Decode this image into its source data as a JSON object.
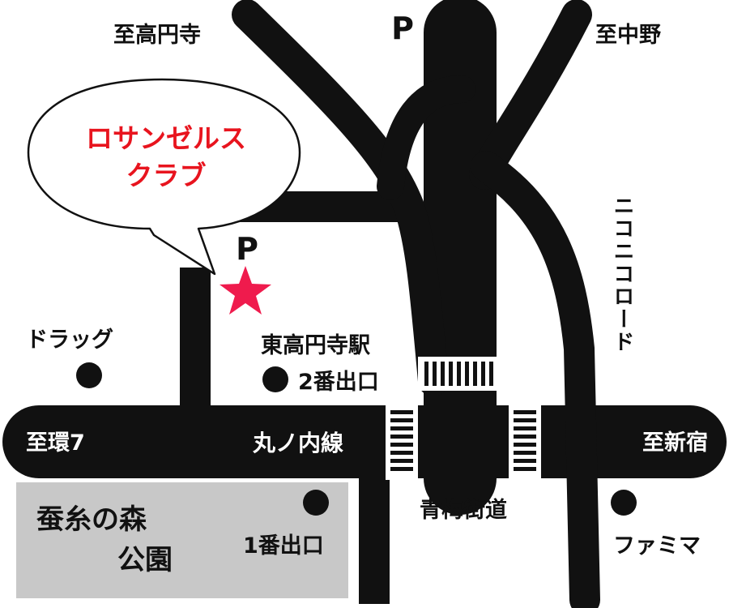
{
  "colors": {
    "road": "#111111",
    "background": "#ffffff",
    "park": "#c8c8c8",
    "store_label": "#e8141e",
    "star": "#ef1b4d"
  },
  "destinations": {
    "koenji": "至高円寺",
    "nakano": "至中野",
    "kan7": "至環7",
    "shinjuku": "至新宿"
  },
  "roads": {
    "marunouchi_line": "丸ノ内線",
    "ome_kaido": "青梅街道",
    "nikoniko_road": "ニコニコロード"
  },
  "store": {
    "name_line1": "ロサンゼルス",
    "name_line2": "クラブ",
    "marker_icon": "star-icon"
  },
  "station": {
    "name": "東高円寺駅",
    "exit2": "2番出口",
    "exit1": "1番出口"
  },
  "parking": {
    "symbol": "P"
  },
  "landmarks": {
    "drugstore": "ドラッグ",
    "familymart": "ファミマ",
    "park_line1": "蚕糸の森",
    "park_line2": "公園"
  }
}
